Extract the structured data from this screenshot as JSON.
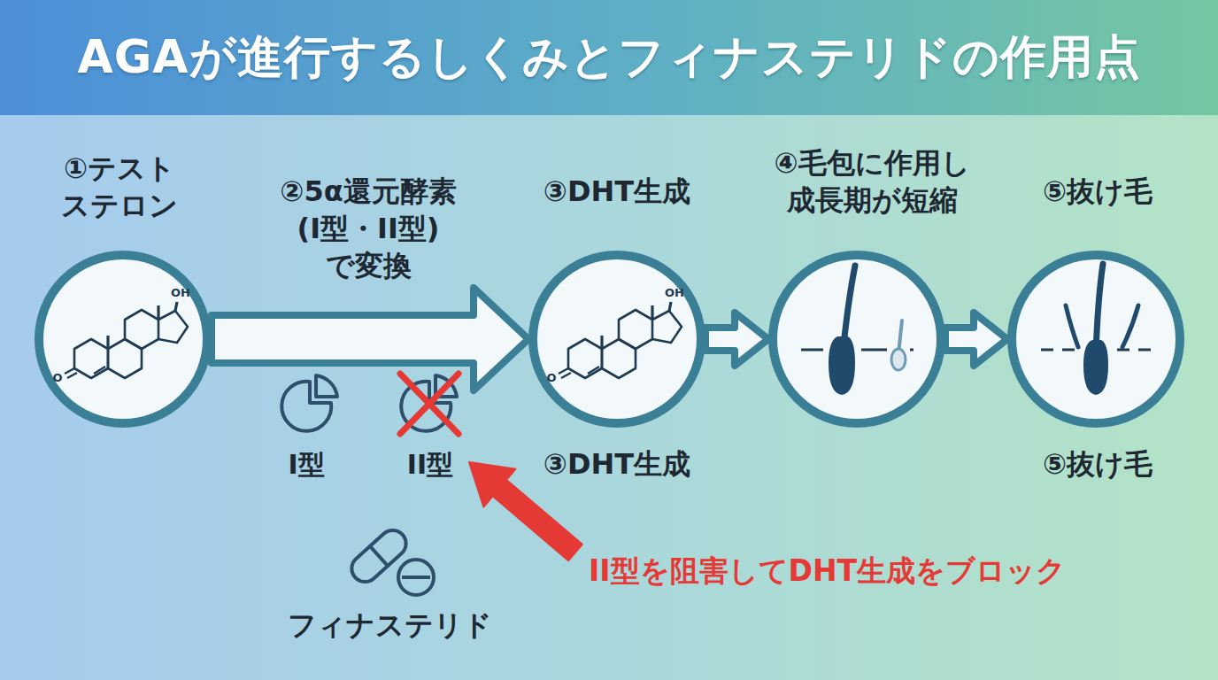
{
  "diagram": {
    "title": "AGAが進行するしくみとフィナステリドの作用点",
    "nodes": [
      {
        "text": [
          "①テスト ステロン"
        ]
      },
      {
        "text": [
          "③DHT生成",
          "③DHT生成"
        ]
      },
      {
        "text": [
          "④毛包に作用し 成長期が短縮"
        ]
      },
      {
        "text": [
          "⑤抜け毛",
          "⑤抜け毛"
        ]
      }
    ],
    "edges": [
      {
        "from": 0,
        "to": 1,
        "label": "②5α還元酵素 (I型・II型) で変換",
        "arrow": "to"
      },
      {
        "from": 1,
        "to": 2,
        "arrow": "to"
      },
      {
        "from": 2,
        "to": 3,
        "arrow": "to"
      }
    ],
    "labels": [
      "OH",
      "O",
      "OH",
      "O",
      "I型",
      "II型",
      "フィナステリド",
      "II型を阻害してDHT生成をブロック"
    ]
  }
}
